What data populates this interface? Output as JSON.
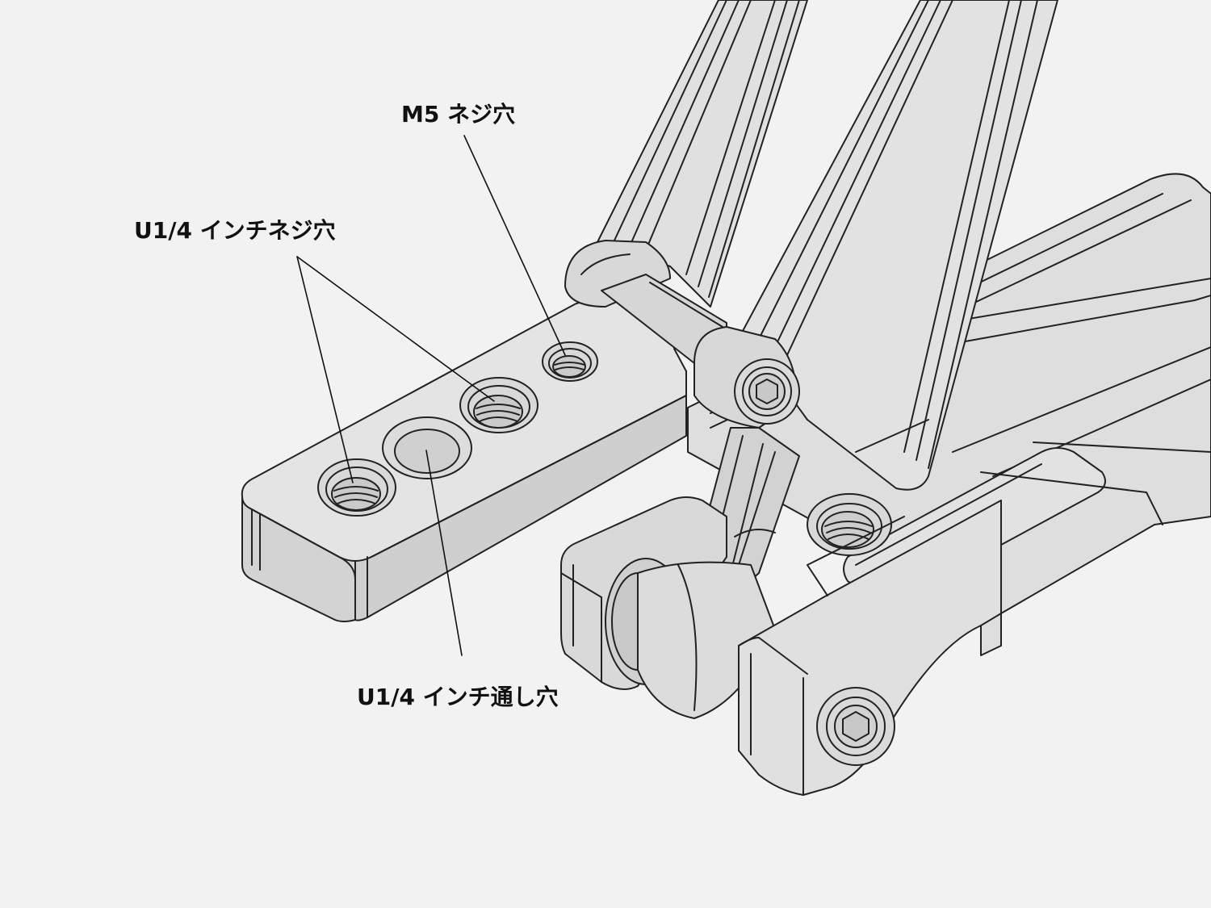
{
  "labels": {
    "m5_thread": "M5 ネジ穴",
    "u14_thread": "U1/4 インチネジ穴",
    "u14_through": "U1/4 インチ通し穴"
  },
  "colors": {
    "background": "#f2f2f2",
    "part_fill": "#dcdcdc",
    "part_fill_light": "#e4e4e4",
    "part_fill_dark": "#cfcfcf",
    "outline": "#222222",
    "leader": "#111111"
  }
}
